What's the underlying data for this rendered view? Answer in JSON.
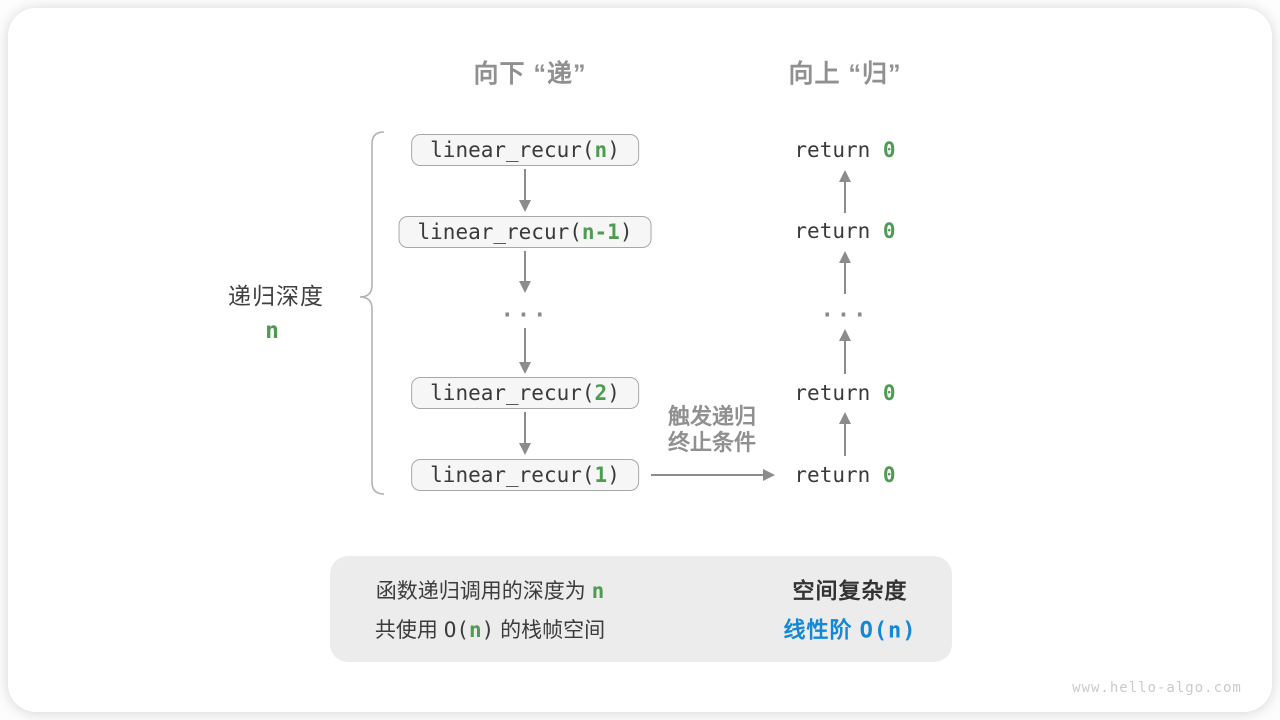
{
  "colors": {
    "green": "#4e9b52",
    "blue": "#1288d7",
    "gray_label": "#909090"
  },
  "headers": {
    "descend": "向下 “递”",
    "ascend": "向上 “归”"
  },
  "depth_label": {
    "text": "递归深度",
    "value": "n"
  },
  "call_boxes": [
    {
      "fn": "linear_recur(",
      "arg": "n",
      "close": ")"
    },
    {
      "fn": "linear_recur(",
      "arg": "n-1",
      "close": ")"
    },
    {
      "fn": "linear_recur(",
      "arg": "2",
      "close": ")"
    },
    {
      "fn": "linear_recur(",
      "arg": "1",
      "close": ")"
    }
  ],
  "ellipsis": "...",
  "returns": [
    {
      "kw": "return ",
      "val": "0"
    },
    {
      "kw": "return ",
      "val": "0"
    },
    {
      "kw": "return ",
      "val": "0"
    },
    {
      "kw": "return ",
      "val": "0"
    }
  ],
  "base_case_label": {
    "line1": "触发递归",
    "line2": "终止条件"
  },
  "summary": {
    "line1_pre": "函数递归调用的深度为 ",
    "line1_n": "n",
    "line2_pre": "共使用 ",
    "line2_o_open": "O(",
    "line2_n": "n",
    "line2_o_close": ")",
    "line2_post": " 的栈帧空间",
    "right_title": "空间复杂度",
    "right_pre": "线性阶 ",
    "right_o": "O(n)"
  },
  "watermark": "www.hello-algo.com"
}
